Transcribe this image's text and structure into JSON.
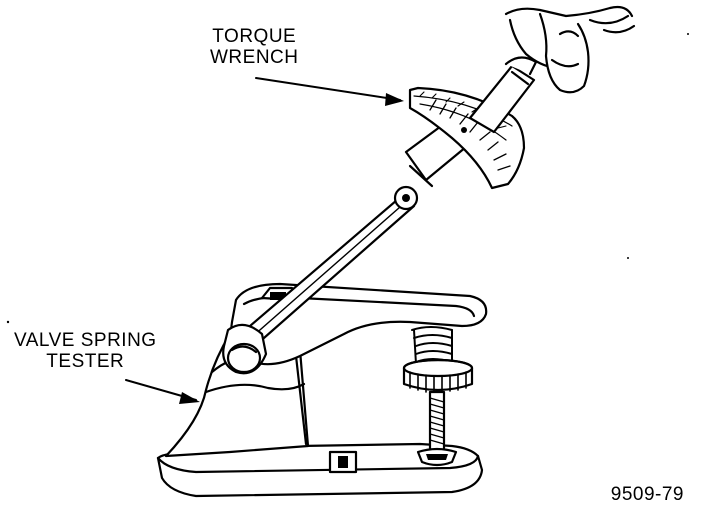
{
  "figure": {
    "labels": {
      "torque_wrench_line1": "TORQUE",
      "torque_wrench_line2": "WRENCH",
      "valve_spring_tester_line1": "VALVE SPRING",
      "valve_spring_tester_line2": "TESTER"
    },
    "figure_number": "9509-79"
  }
}
